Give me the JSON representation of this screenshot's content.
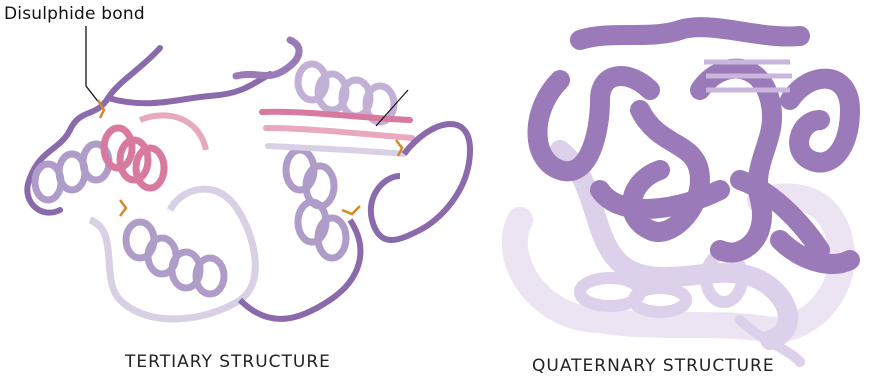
{
  "labels": {
    "disulphide": "Disulphide bond",
    "tertiary": "TERTIARY STRUCTURE",
    "quaternary": "QUATERNARY STRUCTURE"
  },
  "colors": {
    "ribbon_dark": "#8a6aaa",
    "ribbon_mid": "#b09cc8",
    "ribbon_light": "#d8d0e4",
    "helix_pink": "#d87aa0",
    "sheet_pink": "#e8a8c0",
    "bond_orange": "#d08a2a",
    "quat_dark": "#9a7ab8",
    "quat_light": "#ddd0ea",
    "quat_faint": "#ece4f3"
  }
}
